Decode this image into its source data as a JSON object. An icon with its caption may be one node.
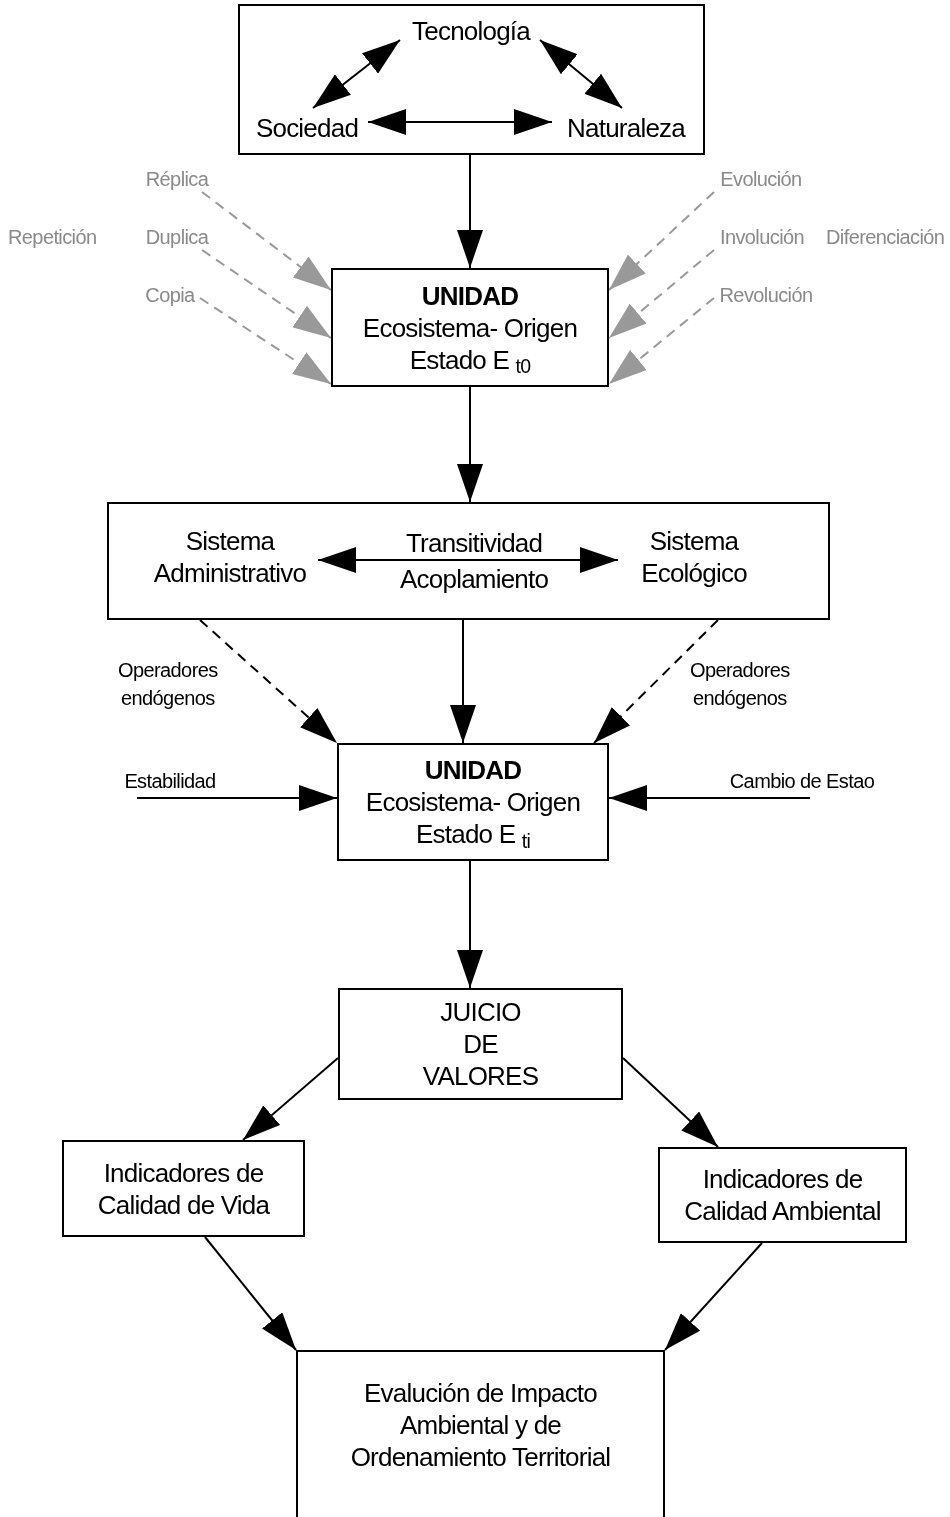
{
  "diagram": {
    "nodes": [
      {
        "text": [],
        "shape": "box"
      },
      {
        "text": [
          "Tecnología"
        ],
        "in": 0
      },
      {
        "text": [
          "Sociedad"
        ],
        "in": 0
      },
      {
        "text": [
          "Naturaleza"
        ],
        "in": 0
      },
      {
        "text": [
          "UNIDAD",
          "Ecosistema- Origen",
          "Estado E $_{t0}$"
        ]
      },
      {
        "text": [
          "Réplica"
        ]
      },
      {
        "text": [
          "Duplica"
        ]
      },
      {
        "text": [
          "Copia"
        ]
      },
      {
        "text": [
          "Evolución"
        ]
      },
      {
        "text": [
          "Involución"
        ]
      },
      {
        "text": [
          "Revolución"
        ]
      },
      {
        "text": [],
        "shape": "box"
      },
      {
        "text": [
          "Sistema Administrativo"
        ],
        "in": 11
      },
      {
        "text": [
          "Sistema Ecológico"
        ],
        "in": 11
      },
      {
        "text": [
          "UNIDAD",
          "Ecosistema- Origen",
          "Estado E $_{ti}$"
        ]
      },
      {
        "text": [
          "Estabilidad"
        ]
      },
      {
        "text": [
          "Cambio de Estao"
        ]
      },
      {
        "text": [
          "JUICIO DE VALORES"
        ]
      },
      {
        "text": [
          "Indicadores de Calidad de Vida"
        ]
      },
      {
        "text": [
          "Indicadores de Calidad Ambiental"
        ]
      },
      {
        "text": [
          "Evalución de Impacto Ambiental y de Ordenamiento Territorial"
        ]
      }
    ],
    "edges": [
      {
        "from": 1,
        "to": 2,
        "arrow": "both"
      },
      {
        "from": 1,
        "to": 3,
        "arrow": "both"
      },
      {
        "from": 2,
        "to": 3,
        "arrow": "both"
      },
      {
        "from": 0,
        "to": 4,
        "arrow": "to"
      },
      {
        "from": 5,
        "to": 4,
        "arrow": "to",
        "style": "dashed",
        "color": "#999999"
      },
      {
        "from": 6,
        "to": 4,
        "arrow": "to",
        "style": "dashed",
        "color": "#999999"
      },
      {
        "from": 7,
        "to": 4,
        "arrow": "to",
        "style": "dashed",
        "color": "#999999"
      },
      {
        "from": 8,
        "to": 4,
        "arrow": "to",
        "style": "dashed",
        "color": "#999999"
      },
      {
        "from": 9,
        "to": 4,
        "arrow": "to",
        "style": "dashed",
        "color": "#999999"
      },
      {
        "from": 10,
        "to": 4,
        "arrow": "to",
        "style": "dashed",
        "color": "#999999"
      },
      {
        "from": 4,
        "to": 11,
        "arrow": "to"
      },
      {
        "from": 12,
        "to": 13,
        "arrow": "both",
        "label": "Transitividad Acoplamiento"
      },
      {
        "from": 11,
        "to": 14,
        "arrow": "to",
        "style": "dashed",
        "label": "Operadores endógenos"
      },
      {
        "from": 11,
        "to": 14,
        "arrow": "to"
      },
      {
        "from": 11,
        "to": 14,
        "arrow": "to",
        "style": "dashed",
        "label": "Operadores endógenos"
      },
      {
        "from": 15,
        "to": 14,
        "arrow": "to"
      },
      {
        "from": 16,
        "to": 14,
        "arrow": "to"
      },
      {
        "from": 14,
        "to": 17,
        "arrow": "to"
      },
      {
        "from": 17,
        "to": 18,
        "arrow": "to"
      },
      {
        "from": 17,
        "to": 19,
        "arrow": "to"
      },
      {
        "from": 18,
        "to": 20,
        "arrow": "to"
      },
      {
        "from": 19,
        "to": 20,
        "arrow": "to"
      }
    ],
    "labels": [
      "Repetición",
      "Diferenciación"
    ]
  }
}
